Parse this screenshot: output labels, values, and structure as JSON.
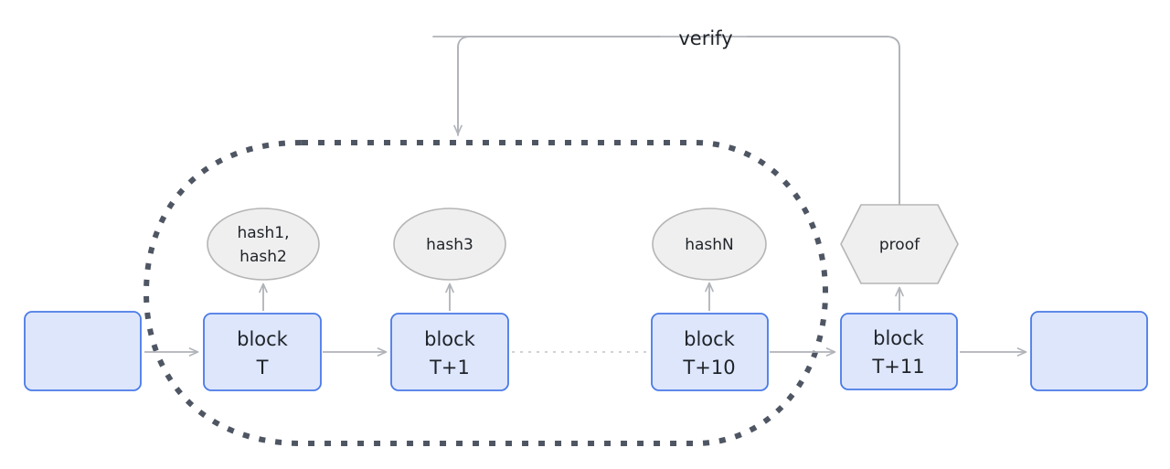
{
  "diagram": {
    "title": "blockchain-proof-verification-diagram",
    "background": "#ffffff",
    "colors": {
      "block_fill": "#dde6fb",
      "block_stroke": "#4a7ae8",
      "shape_fill": "#efefef",
      "shape_stroke": "#b5b5b5",
      "arrow": "#b0b3b8",
      "boundary_dotted": "#4f5663",
      "text": "#1f2329",
      "faint_connector": "#c9cbcf"
    },
    "blocks": [
      {
        "id": "block-left-edge",
        "line1": "",
        "line2": ""
      },
      {
        "id": "block-t",
        "line1": "block",
        "line2": "T"
      },
      {
        "id": "block-t1",
        "line1": "block",
        "line2": "T+1"
      },
      {
        "id": "block-t10",
        "line1": "block",
        "line2": "T+10"
      },
      {
        "id": "block-t11",
        "line1": "block",
        "line2": "T+11"
      },
      {
        "id": "block-right-edge",
        "line1": "",
        "line2": ""
      }
    ],
    "hashes": [
      {
        "id": "hash-ellipse-1",
        "line1": "hash1,",
        "line2": "hash2"
      },
      {
        "id": "hash-ellipse-2",
        "line1": "hash3",
        "line2": ""
      },
      {
        "id": "hash-ellipse-n",
        "line1": "hashN",
        "line2": ""
      }
    ],
    "proof": {
      "id": "proof-hexagon",
      "label": "proof"
    },
    "edges": [
      {
        "id": "verify-edge",
        "label": "verify",
        "from": "proof-hexagon",
        "to": "batch-boundary"
      }
    ],
    "boundary": {
      "id": "batch-boundary",
      "style": "dotted-rounded",
      "label": ""
    }
  }
}
